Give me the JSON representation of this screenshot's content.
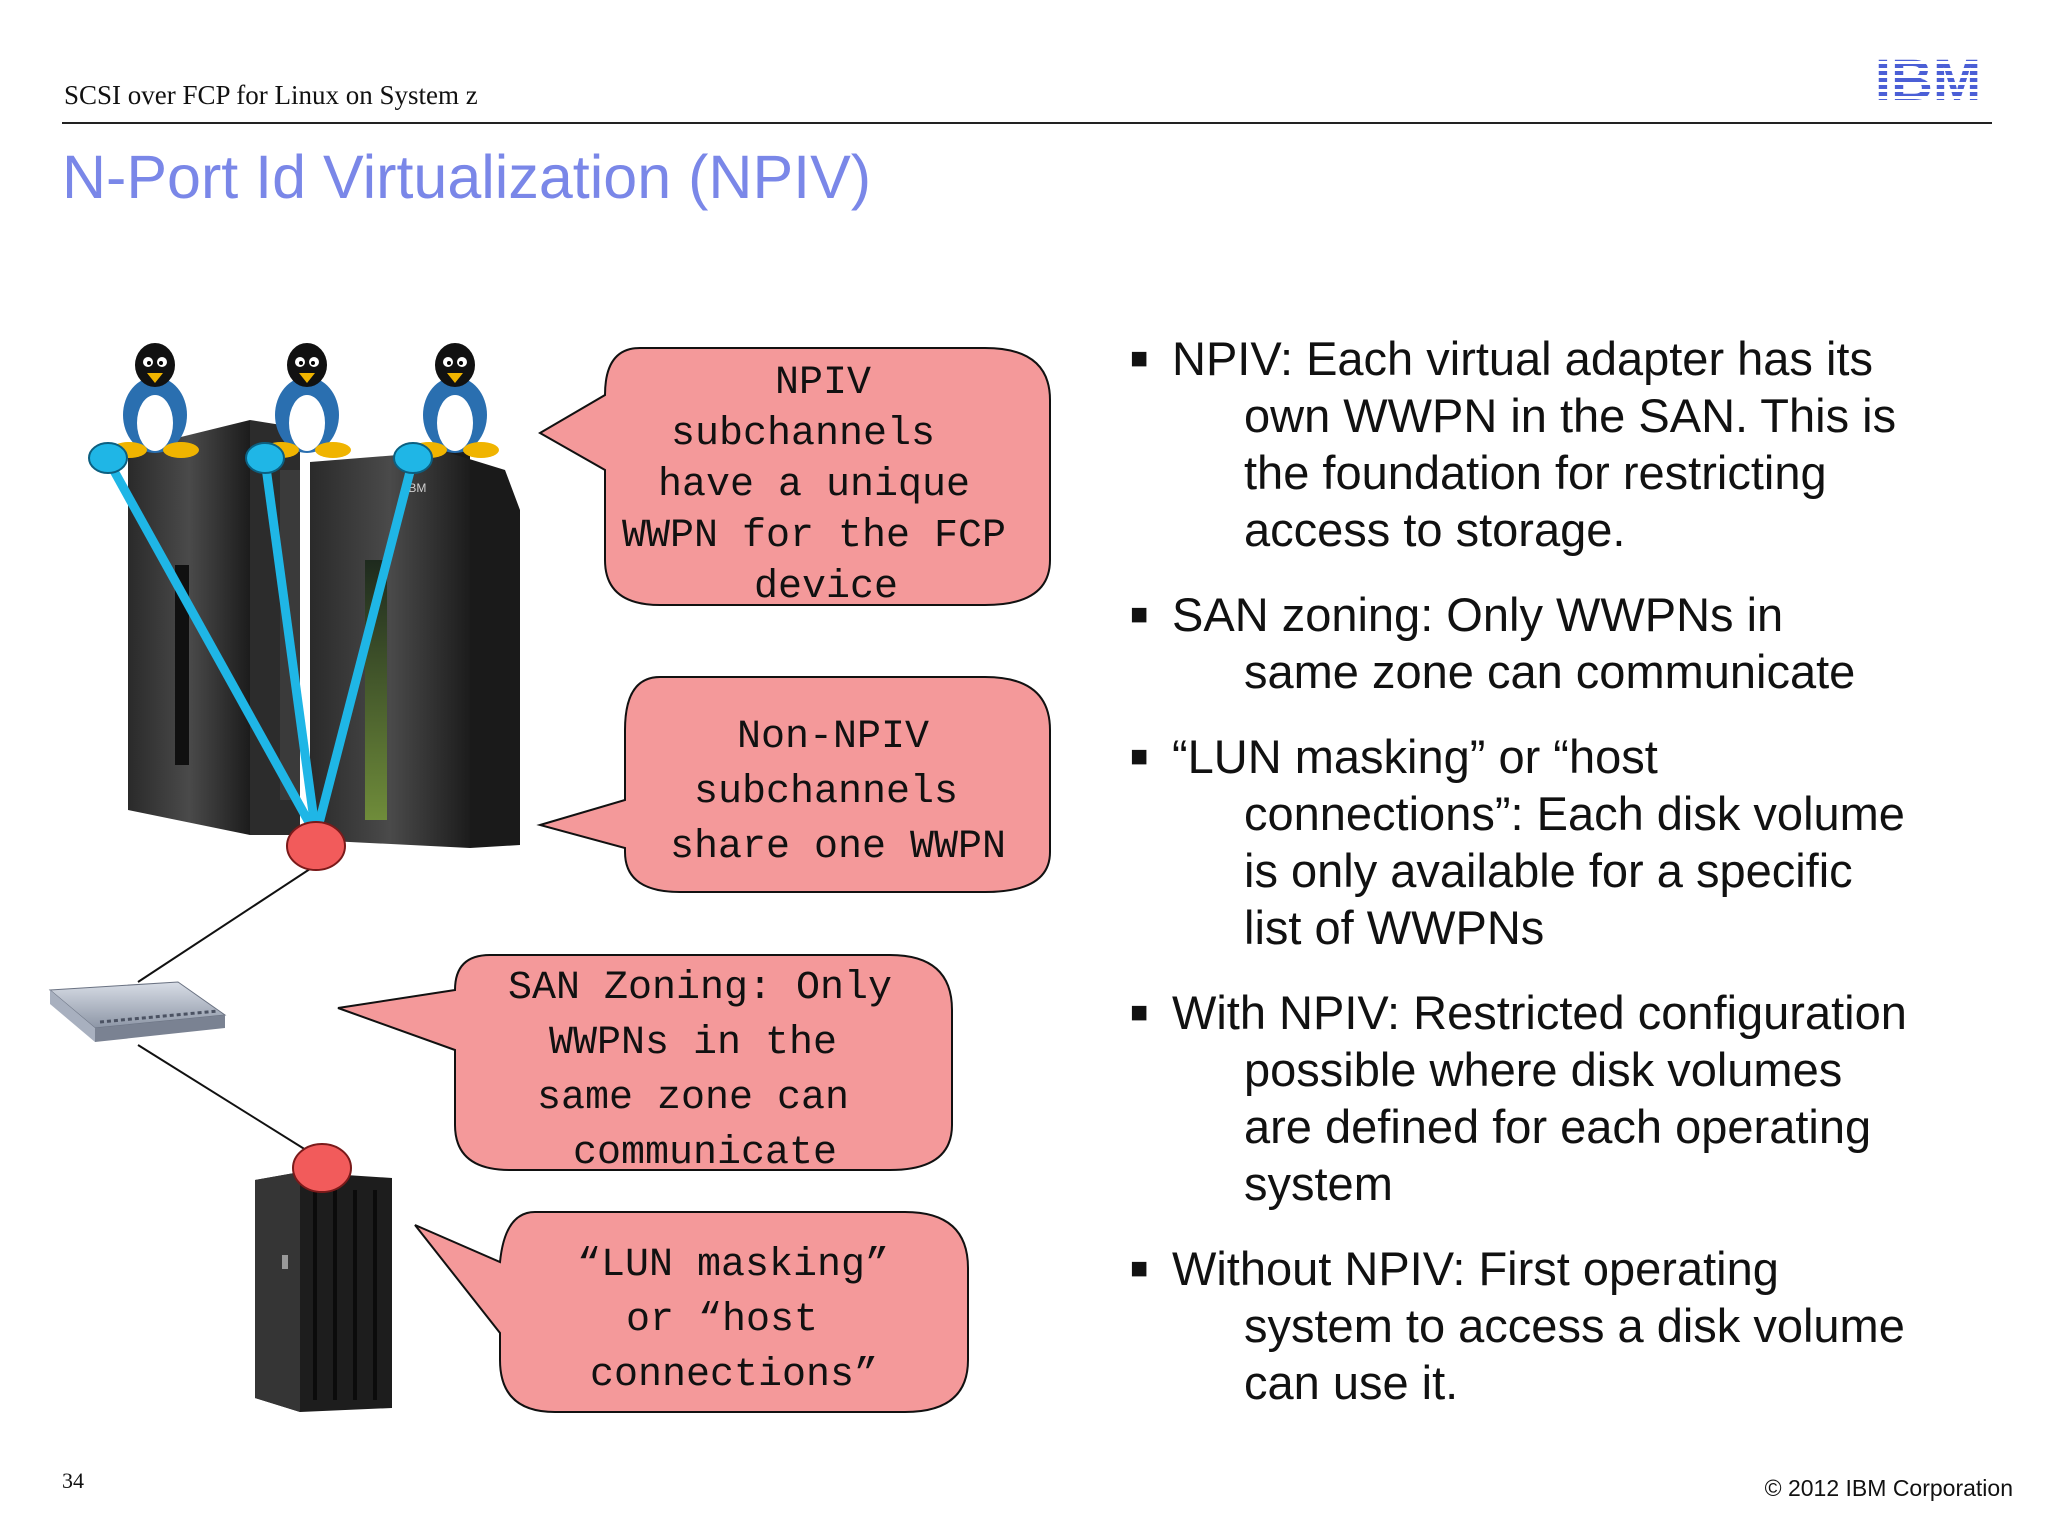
{
  "header": {
    "title": "SCSI over FCP for Linux on System z",
    "logo_text": "IBM"
  },
  "page_title": "N-Port Id Virtualization (NPIV)",
  "diagram": {
    "icons": [
      "tux-penguin-icon",
      "mainframe-icon",
      "san-switch-icon",
      "storage-cabinet-icon"
    ],
    "bubbles": [
      {
        "lines": [
          "NPIV",
          "subchannels",
          "have a unique",
          "WWPN for the FCP",
          "device"
        ]
      },
      {
        "lines": [
          "Non-NPIV",
          "subchannels",
          "share one WWPN"
        ]
      },
      {
        "lines": [
          "SAN Zoning: Only",
          "WWPNs in the",
          "same zone can",
          "communicate"
        ]
      },
      {
        "lines": [
          "“LUN masking”",
          "or “host",
          "connections”"
        ]
      }
    ],
    "colors": {
      "bubble_fill": "#f4999a",
      "subchannel_port": "#1fb6e6",
      "physical_port": "#f25b5b",
      "title_blue": "#7a87e8"
    }
  },
  "bullets": [
    {
      "lines": [
        "NPIV: Each virtual adapter has its",
        "own WWPN in the SAN. This is",
        "the foundation for restricting",
        "access to storage."
      ]
    },
    {
      "lines": [
        "SAN zoning: Only WWPNs in",
        "same zone can communicate"
      ]
    },
    {
      "lines": [
        "“LUN masking” or “host",
        "connections”: Each disk volume",
        "is only available for a specific",
        "list of WWPNs"
      ]
    },
    {
      "lines": [
        "With NPIV: Restricted configuration",
        "possible where disk volumes",
        "are defined for each operating",
        "system"
      ]
    },
    {
      "lines": [
        "Without NPIV: First operating",
        "system to access a disk volume",
        "can use it."
      ]
    }
  ],
  "footer": {
    "page_number": "34",
    "copyright": "© 2012 IBM Corporation"
  }
}
